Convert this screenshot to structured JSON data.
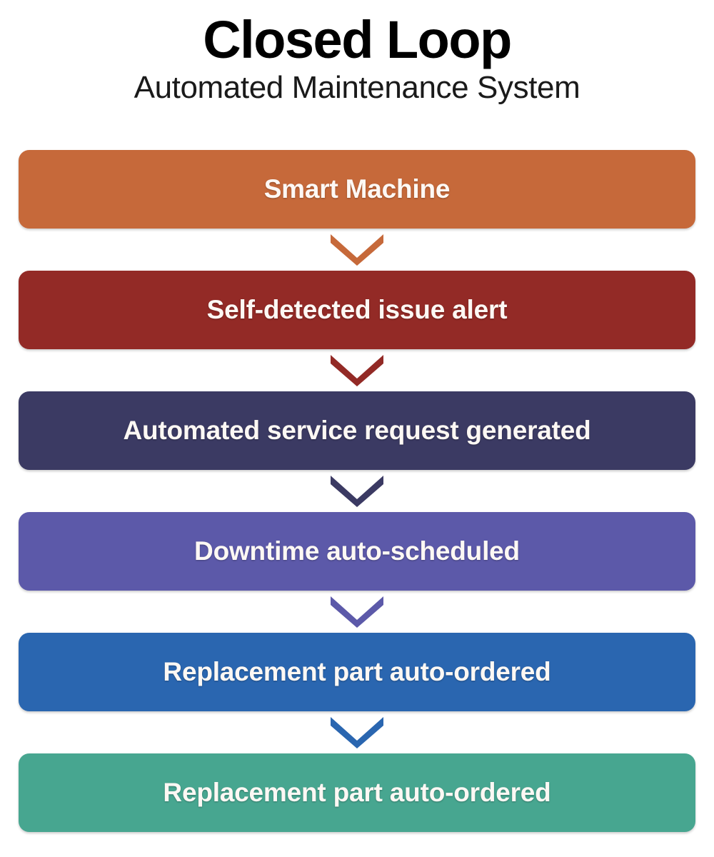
{
  "header": {
    "title": "Closed Loop",
    "subtitle": "Automated Maintenance System"
  },
  "colors": {
    "background": "#ffffff",
    "title_text": "#000000",
    "subtitle_text": "#1a1a1a",
    "box_text": "#fdf8f4",
    "step_1": "#c6693a",
    "step_2": "#932a26",
    "step_3": "#3b3a63",
    "step_4": "#5c59a9",
    "step_5": "#2a66b0",
    "step_6": "#47a690"
  },
  "flow": {
    "steps": [
      {
        "index": 1,
        "label": "Smart Machine",
        "color": "#c6693a",
        "icon": "chevron-down-icon"
      },
      {
        "index": 2,
        "label": "Self-detected issue alert",
        "color": "#932a26",
        "icon": "chevron-down-icon"
      },
      {
        "index": 3,
        "label": "Automated service request generated",
        "color": "#3b3a63",
        "icon": "chevron-down-icon"
      },
      {
        "index": 4,
        "label": "Downtime auto-scheduled",
        "color": "#5c59a9",
        "icon": "chevron-down-icon"
      },
      {
        "index": 5,
        "label": "Replacement part auto-ordered",
        "color": "#2a66b0",
        "icon": "chevron-down-icon"
      },
      {
        "index": 6,
        "label": "Replacement part auto-ordered",
        "color": "#47a690",
        "icon": null
      }
    ]
  }
}
